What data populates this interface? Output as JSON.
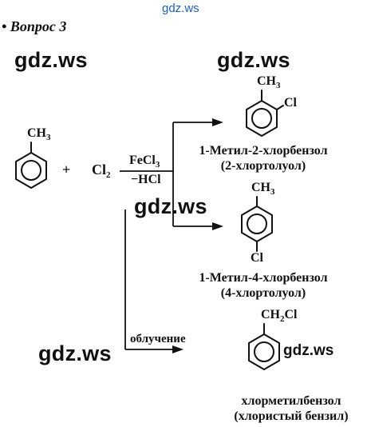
{
  "watermark": {
    "top": "gdz.ws",
    "w1": "gdz.ws",
    "w2": "gdz.ws",
    "w3": "gdz.ws",
    "w4": "gdz.ws",
    "w5": "gdz.ws"
  },
  "question": {
    "bullet": "•",
    "title": "Вопрос 3"
  },
  "reactant": {
    "group_text": "CH",
    "group_sub": "3",
    "plus": "+",
    "reagent_text": "Cl",
    "reagent_sub": "2"
  },
  "conditions": {
    "catalyst_text": "FeCl",
    "catalyst_sub": "3",
    "byproduct": "−HCl",
    "light": "облучение"
  },
  "products": [
    {
      "group_text": "CH",
      "group_sub": "3",
      "substituent": "Cl",
      "name": "1-Метил-2-хлорбензол",
      "alt_name": "(2-хлортолуол)"
    },
    {
      "group_text": "CH",
      "group_sub": "3",
      "substituent": "Cl",
      "name": "1-Метил-4-хлорбензол",
      "alt_name": "(4-хлортолуол)"
    },
    {
      "group_text": "CH",
      "group_sub": "2",
      "group_tail": "Cl",
      "name": "хлорметилбензол",
      "alt_name": "(хлористый бензил)"
    }
  ]
}
